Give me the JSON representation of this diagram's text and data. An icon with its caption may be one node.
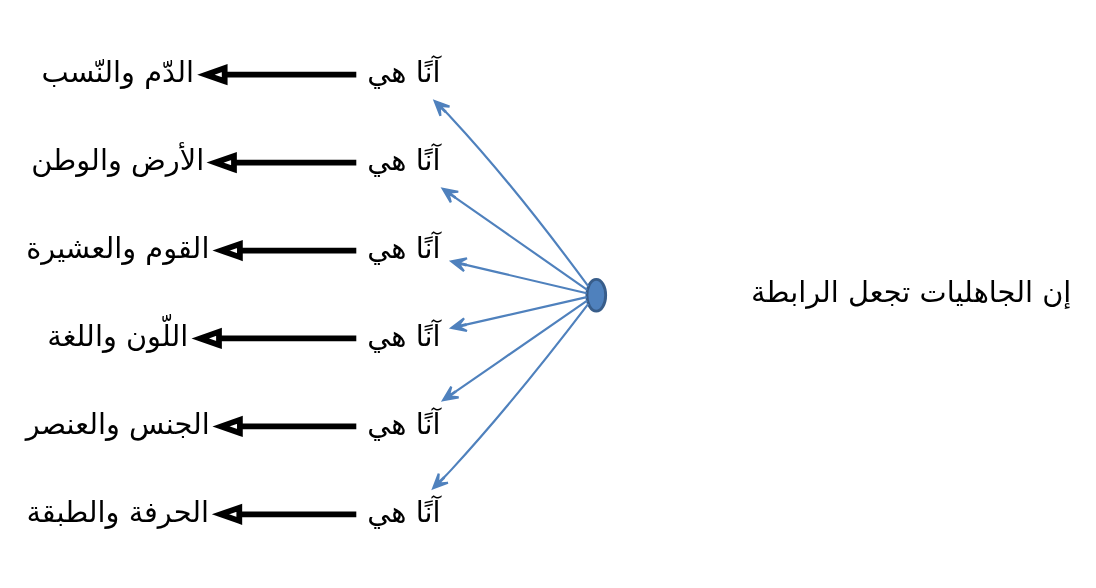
{
  "diagram": {
    "nodes": [
      {
        "text": [
          "إن الجاهليات تجعل الرابطة"
        ]
      },
      {
        "text": [],
        "shape": "circle"
      },
      {
        "text": [
          "آنًا هي"
        ]
      },
      {
        "text": [
          "آنًا هي"
        ]
      },
      {
        "text": [
          "آنًا هي"
        ]
      },
      {
        "text": [
          "آنًا هي"
        ]
      },
      {
        "text": [
          "آنًا هي"
        ]
      },
      {
        "text": [
          "آنًا هي"
        ]
      },
      {
        "text": [
          "الدّم والنّسب"
        ]
      },
      {
        "text": [
          "الأرض والوطن"
        ]
      },
      {
        "text": [
          "القوم والعشيرة"
        ]
      },
      {
        "text": [
          "اللّون واللغة"
        ]
      },
      {
        "text": [
          "الجنس والعنصر"
        ]
      },
      {
        "text": [
          "الحرفة والطبقة"
        ]
      }
    ],
    "edges": [
      {
        "from": 1,
        "to": 2,
        "arrow": "to",
        "color": "#4f81bd"
      },
      {
        "from": 1,
        "to": 3,
        "arrow": "to",
        "color": "#4f81bd"
      },
      {
        "from": 1,
        "to": 4,
        "arrow": "to",
        "color": "#4f81bd"
      },
      {
        "from": 1,
        "to": 5,
        "arrow": "to",
        "color": "#4f81bd"
      },
      {
        "from": 1,
        "to": 6,
        "arrow": "to",
        "color": "#4f81bd"
      },
      {
        "from": 1,
        "to": 7,
        "arrow": "to",
        "color": "#4f81bd"
      },
      {
        "from": 2,
        "to": 8,
        "arrow": "to",
        "style": "thick",
        "color": "#000000"
      },
      {
        "from": 3,
        "to": 9,
        "arrow": "to",
        "style": "thick",
        "color": "#000000"
      },
      {
        "from": 4,
        "to": 10,
        "arrow": "to",
        "style": "thick",
        "color": "#000000"
      },
      {
        "from": 5,
        "to": 11,
        "arrow": "to",
        "style": "thick",
        "color": "#000000"
      },
      {
        "from": 6,
        "to": 12,
        "arrow": "to",
        "style": "thick",
        "color": "#000000"
      },
      {
        "from": 7,
        "to": 13,
        "arrow": "to",
        "style": "thick",
        "color": "#000000"
      }
    ]
  }
}
